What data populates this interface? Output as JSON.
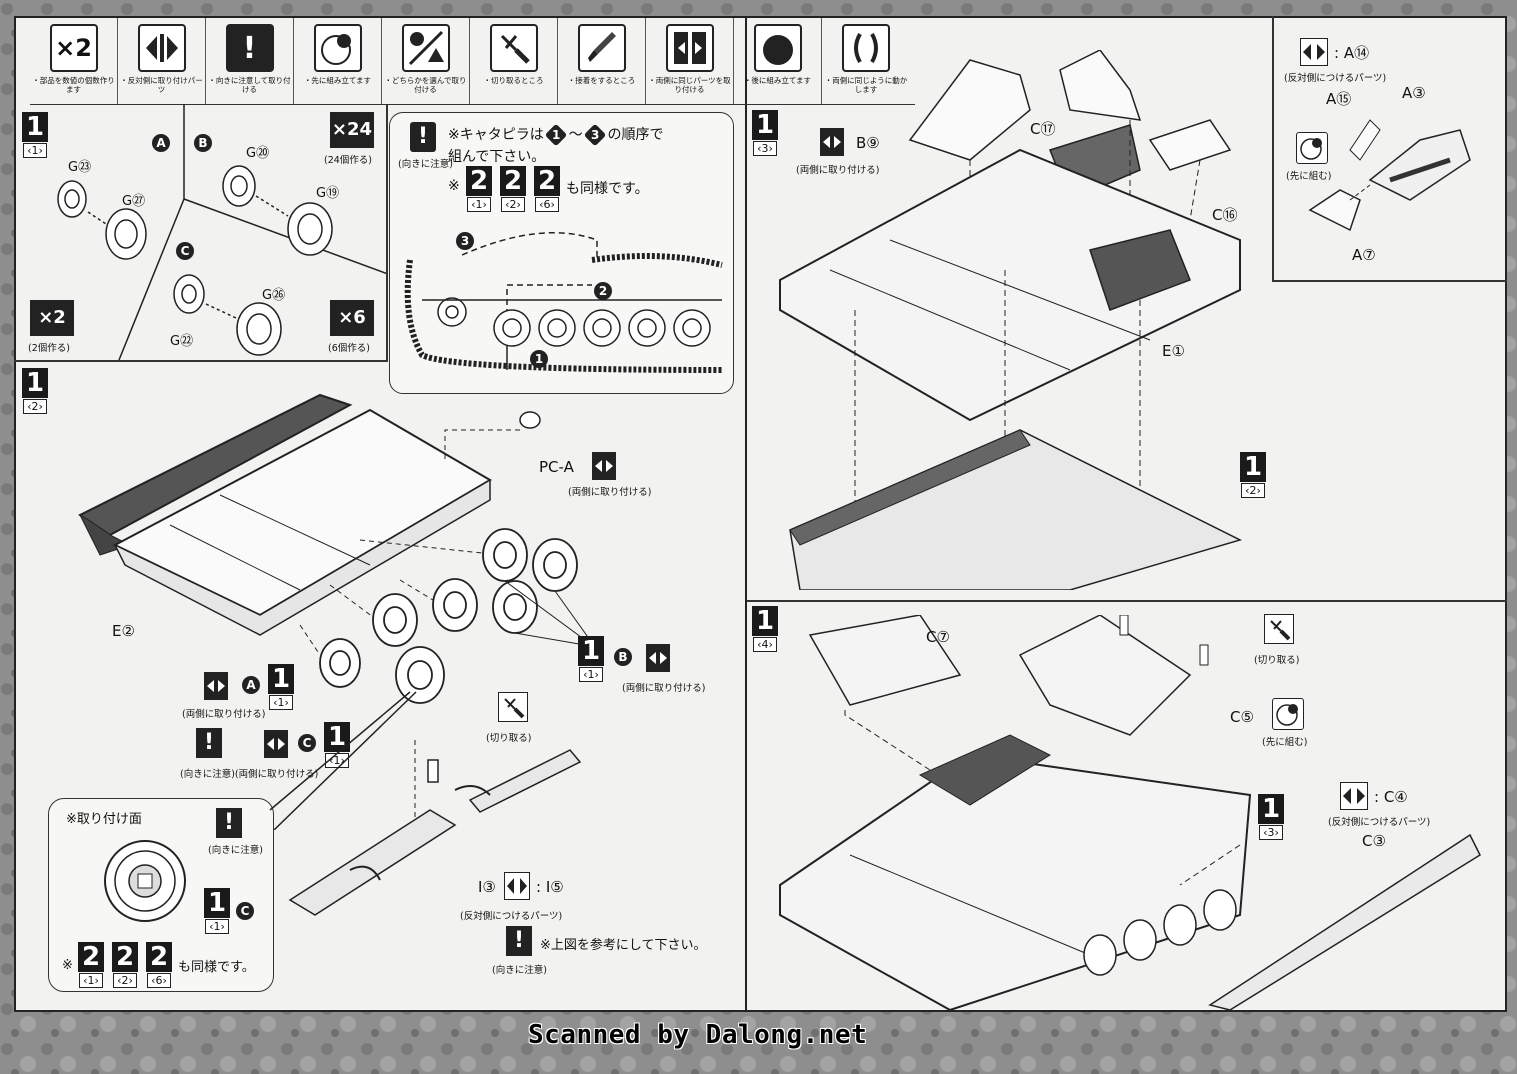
{
  "legend": [
    {
      "icon": "x2-icon",
      "symbol": "×2",
      "caption": "・部品を数値の個数作ります"
    },
    {
      "icon": "symmetric-part-icon",
      "symbol": "",
      "caption": "・反対側に取り付けパーツ"
    },
    {
      "icon": "caution-icon",
      "symbol": "!",
      "caption": "・向きに注意して取り付ける"
    },
    {
      "icon": "assemble-first-icon",
      "symbol": "",
      "caption": "・先に組み立てます"
    },
    {
      "icon": "choose-icon",
      "symbol": "",
      "caption": "・どちらかを選んで取り付ける"
    },
    {
      "icon": "cut-icon",
      "symbol": "",
      "caption": "・切り取るところ"
    },
    {
      "icon": "glue-icon",
      "symbol": "",
      "caption": "・接着をするところ"
    },
    {
      "icon": "both-sides-icon",
      "symbol": "",
      "caption": "・両側に同じパーツを取り付ける"
    },
    {
      "icon": "assemble-later-icon",
      "symbol": "",
      "caption": "・後に組み立てます"
    },
    {
      "icon": "movable-icon",
      "symbol": "",
      "caption": "・両側に同じように動かします"
    }
  ],
  "step1_1": {
    "num": "1",
    "sub": "‹1›",
    "groups": [
      "A",
      "B",
      "C"
    ],
    "parts": [
      "G㉓",
      "G㉗",
      "G⑳",
      "G⑲",
      "G㉖",
      "G㉒"
    ],
    "count_a": "×2",
    "count_a_note": "(2個作る)",
    "count_b": "×24",
    "count_b_note": "(24個作る)",
    "count_c": "×6",
    "count_c_note": "(6個作る)"
  },
  "track_note": {
    "line1": "※キャタピラは",
    "order1": "1",
    "tilde": "～",
    "order3": "3",
    "line1_end": "の順序で",
    "line2": "組んで下さい。",
    "caution": "(向きに注意)",
    "same_prefix": "※",
    "refs": [
      {
        "num": "2",
        "sub": "‹1›"
      },
      {
        "num": "2",
        "sub": "‹2›"
      },
      {
        "num": "2",
        "sub": "‹6›"
      }
    ],
    "same_suffix": "も同様です。",
    "markers": [
      "1",
      "2",
      "3"
    ]
  },
  "step1_2": {
    "num": "1",
    "sub": "‹2›",
    "pc_part": "PC-A",
    "both_sides": "(両側に取り付ける)",
    "frame_part": "E②",
    "wheel_ref_b": {
      "num": "1",
      "sub": "‹1›",
      "group": "B",
      "note": "(両側に取り付ける)"
    },
    "wheel_ref_a": {
      "num": "1",
      "sub": "‹1›",
      "group": "A",
      "note": "(両側に取り付ける)"
    },
    "wheel_ref_c": {
      "num": "1",
      "sub": "‹1›",
      "group": "C",
      "note": "(向きに注意)(両側に取り付ける)"
    },
    "cut_note": "(切り取る)",
    "track_parts": "I③",
    "track_alt": "I⑤",
    "alt_note": "(反対側につけるパーツ)",
    "ref_note": "※上図を参考にして下さい。",
    "ref_caution": "(向きに注意)"
  },
  "mount_note": {
    "title": "※取り付け面",
    "caution": "(向きに注意)",
    "ref": {
      "num": "1",
      "sub": "‹1›",
      "group": "C"
    },
    "same_prefix": "※",
    "refs": [
      {
        "num": "2",
        "sub": "‹1›"
      },
      {
        "num": "2",
        "sub": "‹2›"
      },
      {
        "num": "2",
        "sub": "‹6›"
      }
    ],
    "same_suffix": "も同様です。"
  },
  "step1_3": {
    "num": "1",
    "sub": "‹3›",
    "side_part": "B⑨",
    "side_note": "(両側に取り付ける)",
    "parts": [
      "C⑰",
      "C⑯",
      "E①"
    ],
    "ref": {
      "num": "1",
      "sub": "‹2›"
    }
  },
  "inset": {
    "part_a": "A⑭",
    "alt_note": "(反対側につけるパーツ)",
    "parts": [
      "A⑮",
      "A③",
      "A⑦"
    ],
    "first_note": "(先に組む)"
  },
  "step1_4": {
    "num": "1",
    "sub": "‹4›",
    "parts": [
      "C⑦",
      "C⑤",
      "C③"
    ],
    "cut_note": "(切り取る)",
    "first_note": "(先に組む)",
    "alt_part": "C④",
    "alt_note": "(反対側につけるパーツ)",
    "ref": {
      "num": "1",
      "sub": "‹3›"
    }
  },
  "watermark": "Scanned by Dalong.net"
}
